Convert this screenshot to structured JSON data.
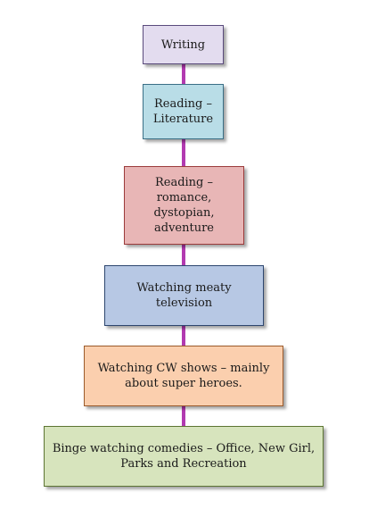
{
  "diagram": {
    "connector_color": "#b23ab0",
    "nodes": [
      {
        "text": "Writing",
        "fill": "#e3dcef",
        "border": "#5a4b7c"
      },
      {
        "text": "Reading – Literature",
        "fill": "#b9dde7",
        "border": "#3b6f86"
      },
      {
        "text": "Reading – romance, dystopian, adventure",
        "fill": "#e8b6b6",
        "border": "#9b3b3b"
      },
      {
        "text": "Watching meaty television",
        "fill": "#b7c8e4",
        "border": "#2d466f"
      },
      {
        "text": "Watching CW shows – mainly about super heroes.",
        "fill": "#fbcfae",
        "border": "#9b5a2b"
      },
      {
        "text": "Binge watching comedies – Office, New Girl, Parks and Recreation",
        "fill": "#d7e4bd",
        "border": "#5d7533"
      }
    ]
  }
}
